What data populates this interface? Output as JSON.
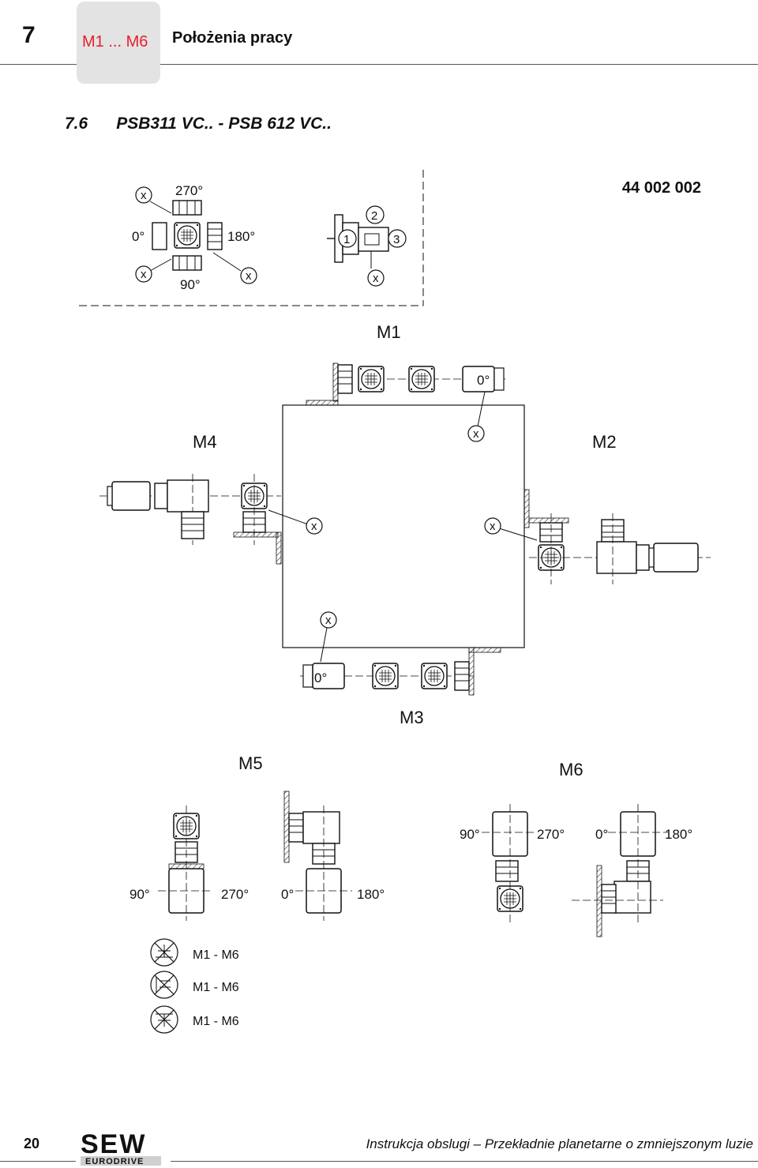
{
  "header": {
    "chapter_number": "7",
    "tab_label": "M1 ... M6",
    "chapter_title": "Położenia pracy",
    "colors": {
      "tab_bg": "#e3e3e3",
      "tab_text": "#e4202a",
      "line": "#111111"
    }
  },
  "section": {
    "number": "7.6",
    "title": "PSB311 VC.. - PSB 612 VC.."
  },
  "doc_number": "44 002 002",
  "legend_top": {
    "label_270": "270°",
    "label_0": "0°",
    "label_180": "180°",
    "label_90": "90°",
    "x": "x",
    "num_1": "1",
    "num_2": "2",
    "num_3": "3"
  },
  "positions": {
    "m1": "M1",
    "m2": "M2",
    "m3": "M3",
    "m4": "M4",
    "m5": "M5",
    "m6": "M6"
  },
  "marks": {
    "x": "x",
    "zero": "0°",
    "a90": "90°",
    "a270": "270°",
    "a0": "0°",
    "a180": "180°"
  },
  "mounting_notes": [
    "M1 - M6",
    "M1 - M6",
    "M1 - M6"
  ],
  "footer": {
    "page_number": "20",
    "logo": "SEW EURODRIVE",
    "doc_title": "Instrukcja obslugi – Przekładnie planetarne o zmniejszonym luzie"
  }
}
